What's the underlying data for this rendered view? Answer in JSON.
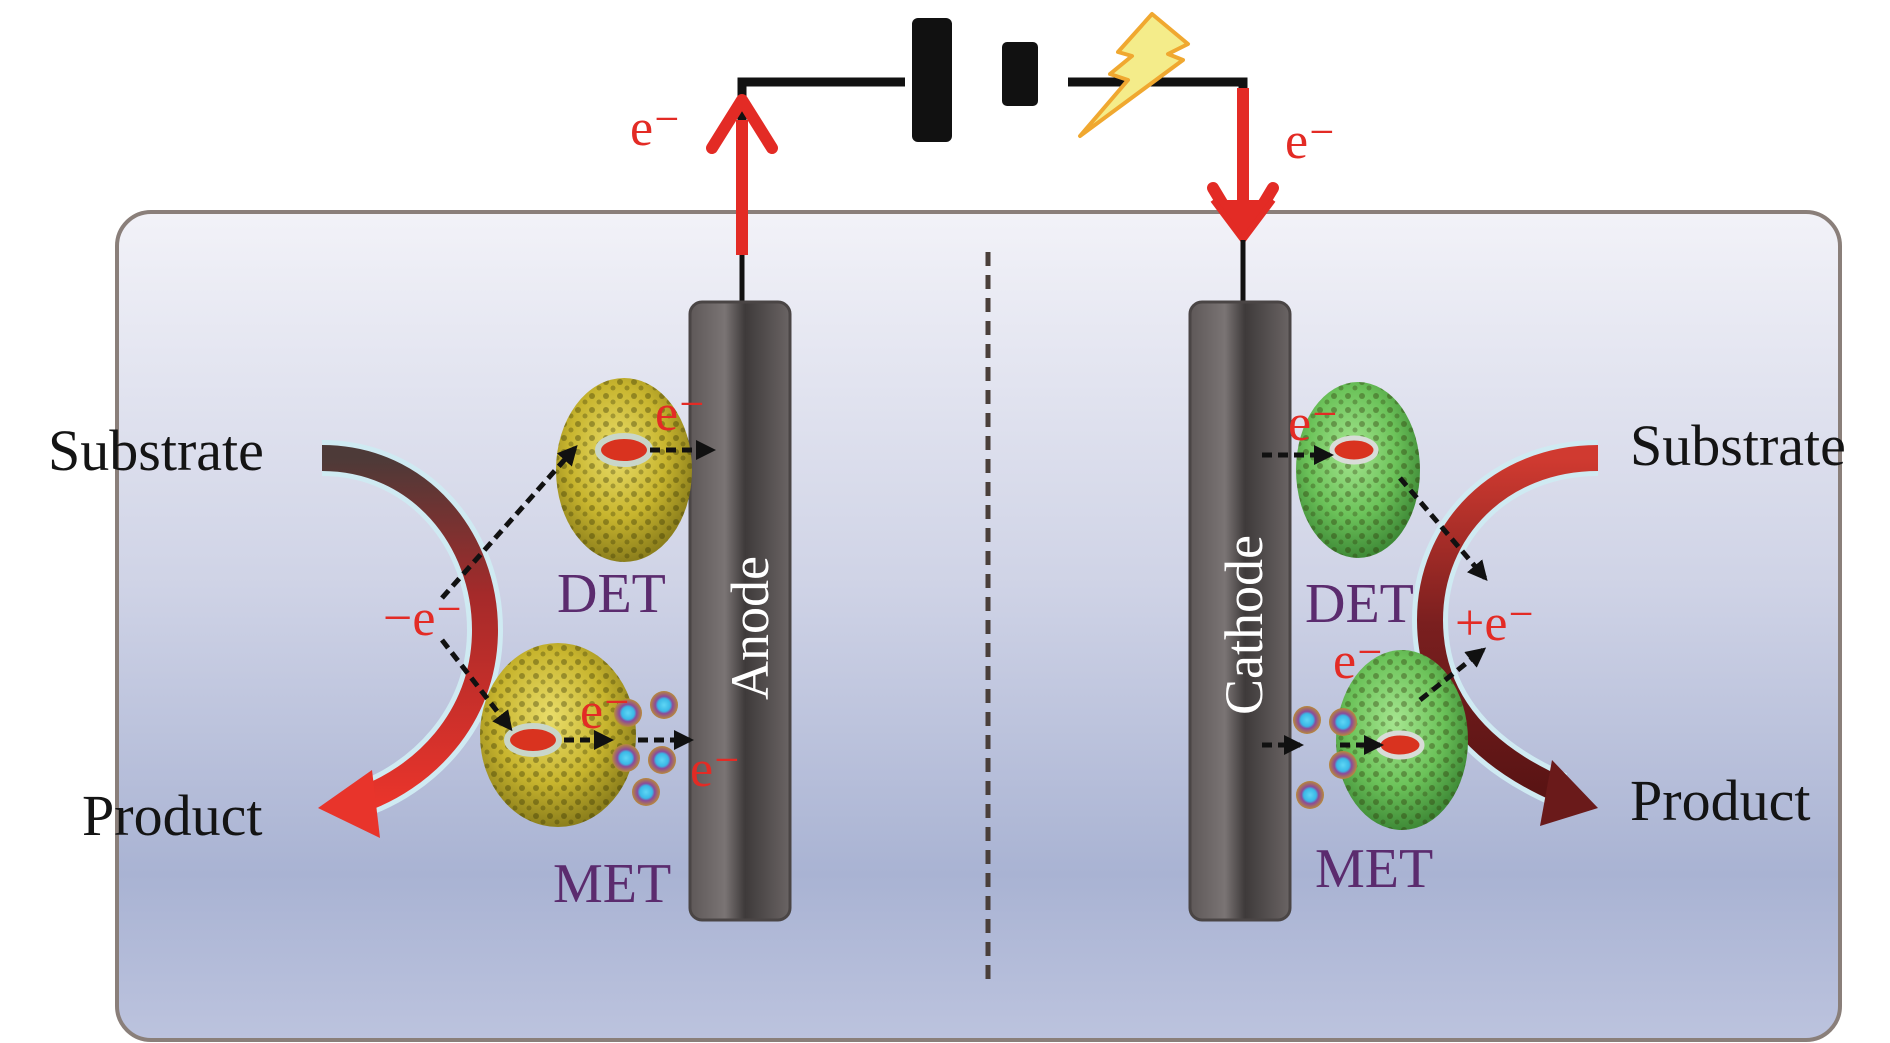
{
  "figure": {
    "title": "Enzymatic bioelectrochemical cell: direct and mediated electron transfer at anode and cathode",
    "colors": {
      "electron_arrow": "#e32b25",
      "wire": "#111111",
      "electrode": "#6f6a6a",
      "panel_top": "#eeeef5",
      "panel_bottom": "#a9b3d3",
      "anode_enzyme": "#d6c43a",
      "cathode_enzyme": "#7fcf6a",
      "mediator_outer": "#b3604d",
      "mediator_inner": "#3fc3ea",
      "label_purple": "#5b2b6e"
    }
  },
  "circuit": {
    "power_source_icon": "battery-icon",
    "energy_icon": "lightning-bolt-icon",
    "anode_flow_label": "e⁻",
    "cathode_flow_label": "e⁻"
  },
  "anode_side": {
    "electrode_label": "Anode",
    "substrate_label": "Substrate",
    "product_label": "Product",
    "reaction_label": "−e⁻",
    "det_label": "DET",
    "met_label": "MET",
    "det_electron_label": "e⁻",
    "met_enzyme_electron_label": "e⁻",
    "met_electrode_electron_label": "e⁻"
  },
  "cathode_side": {
    "electrode_label": "Cathode",
    "substrate_label": "Substrate",
    "product_label": "Product",
    "reaction_label": "+e⁻",
    "det_label": "DET",
    "met_label": "MET",
    "det_electron_label": "e⁻",
    "met_electron_label": "e⁻"
  }
}
